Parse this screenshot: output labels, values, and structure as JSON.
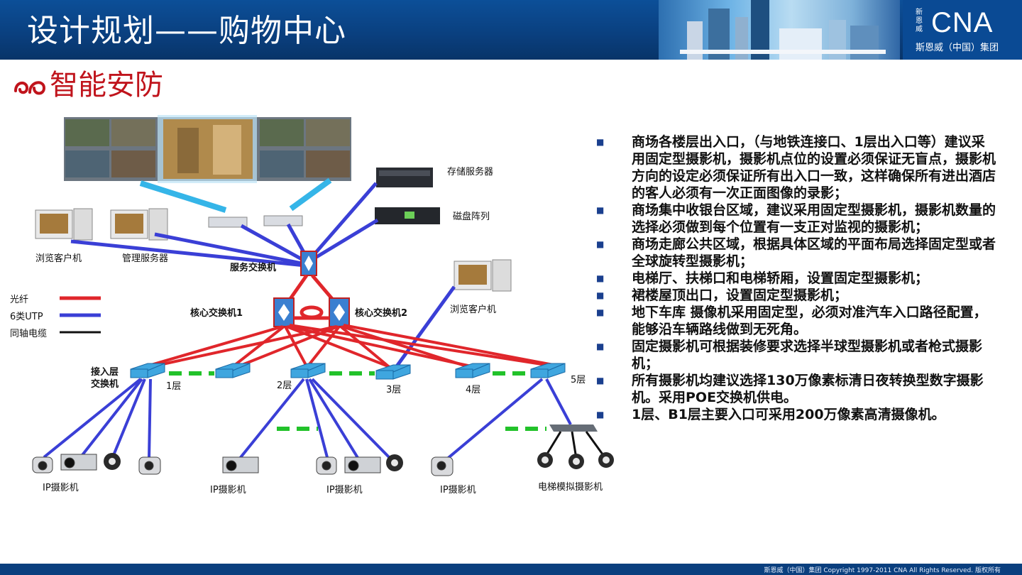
{
  "header": {
    "title": "设计规划——购物中心"
  },
  "logo": {
    "brand": "CNA",
    "vertical": "新恩威",
    "subtitle": "斯恩威（中国）集团"
  },
  "section": {
    "title": "智能安防"
  },
  "diagram": {
    "labels": {
      "storage_server": "存储服务器",
      "disk_array": "磁盘阵列",
      "browse_client_1": "浏览客户机",
      "mgmt_server": "管理服务器",
      "service_switch": "服务交换机",
      "browse_client_2": "浏览客户机",
      "core_switch_1": "核心交换机1",
      "core_switch_2": "核心交换机2",
      "access_switch": "接入层\n交换机",
      "floor_1": "1层",
      "floor_2": "2层",
      "floor_3": "3层",
      "floor_4": "4层",
      "floor_5": "5层",
      "ipcam_1": "IP摄影机",
      "ipcam_2": "IP摄影机",
      "ipcam_3": "IP摄影机",
      "ipcam_4": "IP摄影机",
      "elevator_cam": "电梯模拟摄影机"
    },
    "legend": [
      {
        "label": "光纤",
        "color": "#e0262b"
      },
      {
        "label": "6类UTP",
        "color": "#3a3fd6"
      },
      {
        "label": "同轴电缆",
        "color": "#111111"
      }
    ],
    "colors": {
      "fiber": "#e0262b",
      "utp": "#3a3fd6",
      "coax": "#111111",
      "dash": "#22c22a",
      "monitor_link": "#35b5e8"
    }
  },
  "bullets": [
    "商场各楼层出入口，（与地铁连接口、1层出入口等）建议采用固定型摄影机，摄影机点位的设置必须保证无盲点，摄影机方向的设定必须保证所有出入口一致，这样确保所有进出酒店的客人必须有一次正面图像的录影；",
    "商场集中收银台区域，建议采用固定型摄影机，摄影机数量的选择必须做到每个位置有一支正对监视的摄影机；",
    "商场走廊公共区域，根据具体区域的平面布局选择固定型或者全球旋转型摄影机；",
    "电梯厅、扶梯口和电梯轿厢，设置固定型摄影机；",
    "裙楼屋顶出口，设置固定型摄影机；",
    "地下车库 摄像机采用固定型，必须对准汽车入口路径配置，能够沿车辆路线做到无死角。",
    "固定摄影机可根据装修要求选择半球型摄影机或者枪式摄影机；",
    "所有摄影机均建议选择130万像素标清日夜转换型数字摄影机。采用POE交换机供电。",
    "1层、B1层主要入口可采用200万像素高清摄像机。"
  ],
  "footer": {
    "text": "斯恩威（中国）集团    Copyright 1997-2011 CNA All Rights Reserved. 版权所有"
  }
}
